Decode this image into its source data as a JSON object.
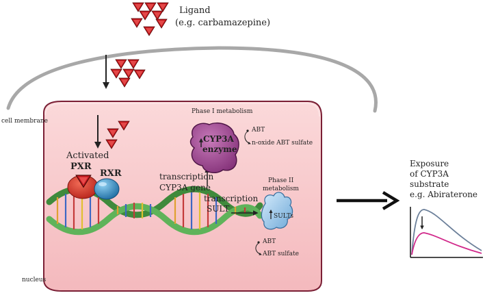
{
  "ligand": {
    "title": "Ligand",
    "example": "(e.g. carbamazepine)"
  },
  "membrane_label": "cell membrane",
  "nucleus_label": "nucleus",
  "receptor": {
    "activated": "Activated",
    "pxr": "PXR",
    "rxr": "RXR"
  },
  "phase1": {
    "title": "Phase I metabolism",
    "enzyme_line1": "CYP3A",
    "enzyme_line2": "enzyme",
    "abt": "ABT",
    "product": "n-oxide ABT sulfate"
  },
  "transcription_cyp": {
    "line1": "transcription",
    "line2": "CYP3A gene"
  },
  "transcription_sult": {
    "line1": "transcription",
    "line2": "SULT"
  },
  "phase2": {
    "title_line1": "Phase II",
    "title_line2": "metabolism",
    "enzyme": "SULTs",
    "abt": "ABT",
    "product": "ABT sulfate"
  },
  "exposure": {
    "line1": "Exposure",
    "line2": "of CYP3A",
    "line3": "substrate",
    "line4": "e.g. Abiraterone"
  },
  "colors": {
    "cell_fill": "#f7c9cb",
    "cell_edge": "#7a1f35",
    "ligand": "#c0171d",
    "cyp_enzyme": "#9b3f8e",
    "sult": "#8cc0e8",
    "curve_control": "#6b7f99",
    "curve_induced": "#d1288a"
  }
}
